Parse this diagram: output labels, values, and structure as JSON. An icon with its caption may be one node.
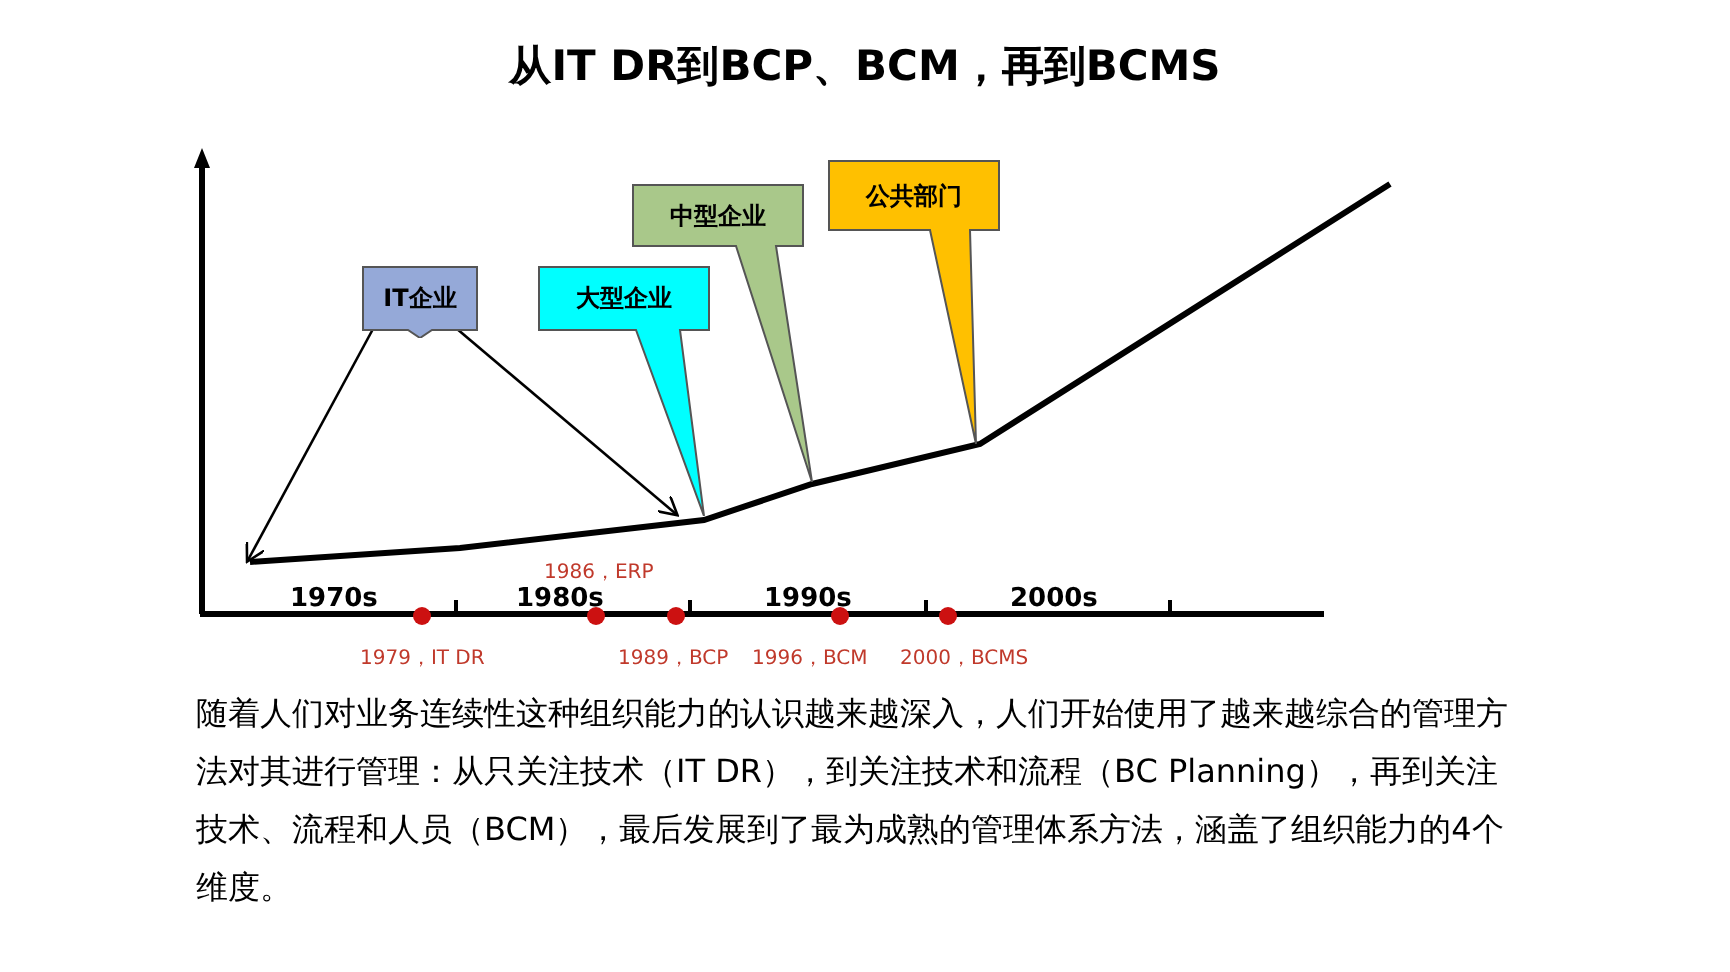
{
  "diagram": {
    "title": "从IT DR到BCP、BCM，再到BCMS",
    "nodes": [
      {
        "text": [
          "IT企业"
        ]
      },
      {
        "text": [
          "大型企业"
        ]
      },
      {
        "text": [
          "中型企业"
        ]
      },
      {
        "text": [
          "公共部门"
        ]
      }
    ],
    "edges": [
      {
        "from": 0,
        "to": null,
        "arrow": "to"
      },
      {
        "from": 0,
        "to": 1,
        "arrow": "to"
      }
    ],
    "labels": [
      "1986，ERP",
      "1970s",
      "1980s",
      "1990s",
      "2000s",
      "1979，IT DR",
      "1989，BCP",
      "1996，BCM",
      "2000，BCMS",
      "随着人们对业务连续性这种组织能力的认识越来越深入，人们开始使用了越来越综合的管理方法对其进行管理：从只关注技术（IT DR），到关注技术和流程（BC Planning），再到关注技术、流程和人员（BCM），最后发展到了最为成熟的管理体系方法，涵盖了组织能力的4个维度。"
    ]
  }
}
